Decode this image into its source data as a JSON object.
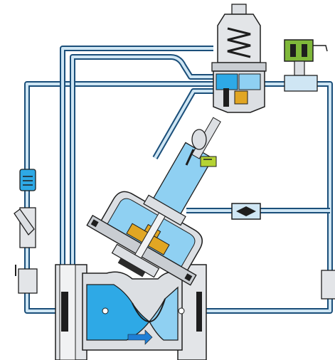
{
  "diagram": {
    "colors": {
      "pipe_outline": "#1b4f7a",
      "pipe_fill": "#cfe6f4",
      "water": "#2ea9e6",
      "water_light": "#8fd0f2",
      "metal": "#dcdfe3",
      "metal_dark": "#9ea4aa",
      "outline": "#1e1e1e",
      "brass": "#e1a623",
      "solenoid_green": "#7fb83a",
      "float_green": "#b5d334",
      "flow_arrow": "#1f7fd6"
    },
    "components": [
      {
        "name": "main-valve",
        "icon": "diaphragm-valve-icon"
      },
      {
        "name": "pressure-pilot",
        "icon": "pilot-valve-icon"
      },
      {
        "name": "solenoid-valve",
        "icon": "solenoid-icon"
      },
      {
        "name": "strainer",
        "icon": "y-strainer-icon"
      },
      {
        "name": "filter",
        "icon": "filter-icon"
      },
      {
        "name": "needle-valve",
        "icon": "needle-valve-icon"
      },
      {
        "name": "ball-valve-left",
        "icon": "ball-valve-icon"
      },
      {
        "name": "ball-valve-right",
        "icon": "ball-valve-icon"
      },
      {
        "name": "position-indicator",
        "icon": "indicator-icon"
      }
    ],
    "flow_direction": "left-to-right"
  }
}
